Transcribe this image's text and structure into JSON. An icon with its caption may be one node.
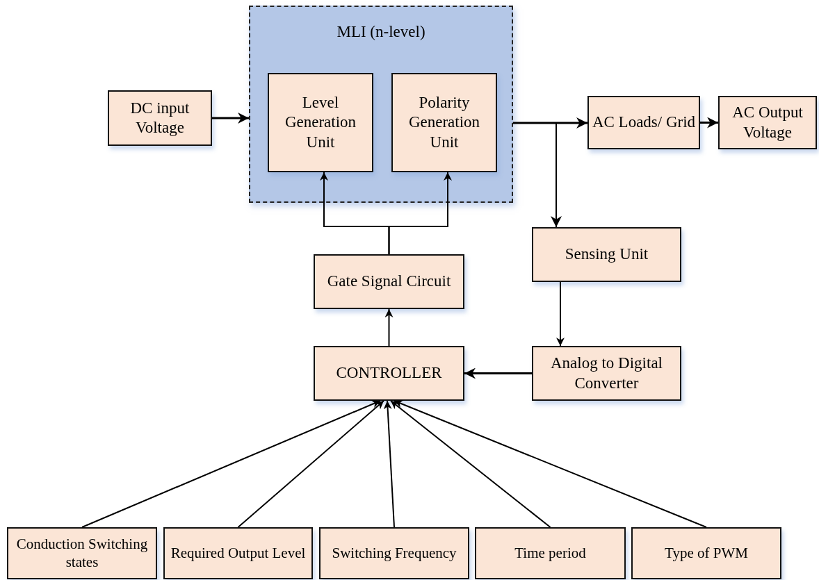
{
  "diagram": {
    "nodes": [
      {
        "text": [
          "DC input Voltage"
        ]
      },
      {
        "text": [
          "MLI (n-level)"
        ]
      },
      {
        "text": [
          "Level Generation Unit"
        ],
        "in": 1
      },
      {
        "text": [
          "Polarity Generation Unit"
        ],
        "in": 1
      },
      {
        "text": [
          "AC Loads/ Grid"
        ]
      },
      {
        "text": [
          "AC Output Voltage"
        ]
      },
      {
        "text": [
          "Sensing Unit"
        ]
      },
      {
        "text": [
          "Gate Signal Circuit"
        ]
      },
      {
        "text": [
          "CONTROLLER"
        ]
      },
      {
        "text": [
          "Analog to Digital Converter"
        ]
      },
      {
        "text": [
          "Conduction Switching states"
        ]
      },
      {
        "text": [
          "Required Output Level"
        ]
      },
      {
        "text": [
          "Switching Frequency"
        ]
      },
      {
        "text": [
          "Time period"
        ]
      },
      {
        "text": [
          "Type of PWM"
        ]
      }
    ],
    "edges": [
      {
        "from": 0,
        "to": 1,
        "arrow": "to"
      },
      {
        "from": 1,
        "to": 4,
        "arrow": "to"
      },
      {
        "from": 1,
        "to": 6,
        "arrow": "to"
      },
      {
        "from": 4,
        "to": 5,
        "arrow": "to"
      },
      {
        "from": 6,
        "to": 9,
        "arrow": "to"
      },
      {
        "from": 9,
        "to": 8,
        "arrow": "to"
      },
      {
        "from": 8,
        "to": 7,
        "arrow": "to"
      },
      {
        "from": 7,
        "to": 2,
        "arrow": "to"
      },
      {
        "from": 7,
        "to": 3,
        "arrow": "to"
      },
      {
        "from": 10,
        "to": 8,
        "arrow": "to"
      },
      {
        "from": 11,
        "to": 8,
        "arrow": "to"
      },
      {
        "from": 12,
        "to": 8,
        "arrow": "to"
      },
      {
        "from": 13,
        "to": 8,
        "arrow": "to"
      },
      {
        "from": 14,
        "to": 8,
        "arrow": "to"
      }
    ]
  }
}
